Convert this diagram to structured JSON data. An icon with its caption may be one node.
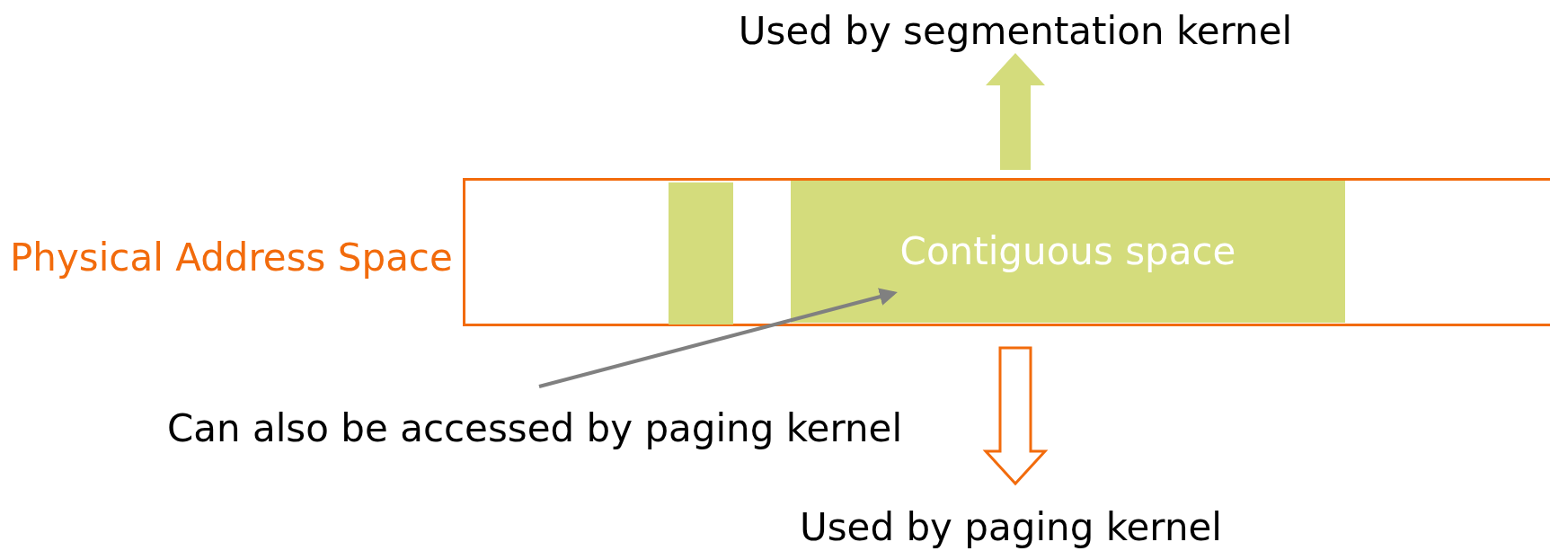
{
  "diagram": {
    "nodes": [
      {
        "text": [
          "Physical Address Space"
        ]
      },
      {
        "text": [],
        "shape": "bar",
        "in": 0
      },
      {
        "text": [
          "Contiguous space"
        ],
        "in": 0
      },
      {
        "text": [
          "Used by segmentation kernel"
        ]
      },
      {
        "text": [
          "Used by paging kernel"
        ]
      },
      {
        "text": [
          "Can also be accessed by paging kernel"
        ]
      }
    ],
    "edges": [
      {
        "from": 2,
        "to": 3,
        "arrow": "to",
        "style": "thick",
        "color": "#d4dc7c"
      },
      {
        "from": 2,
        "to": 4,
        "arrow": "to",
        "style": "thick",
        "color": "#f26b0c"
      },
      {
        "from": 5,
        "to": 2,
        "arrow": "to",
        "color": "#808080"
      }
    ]
  }
}
